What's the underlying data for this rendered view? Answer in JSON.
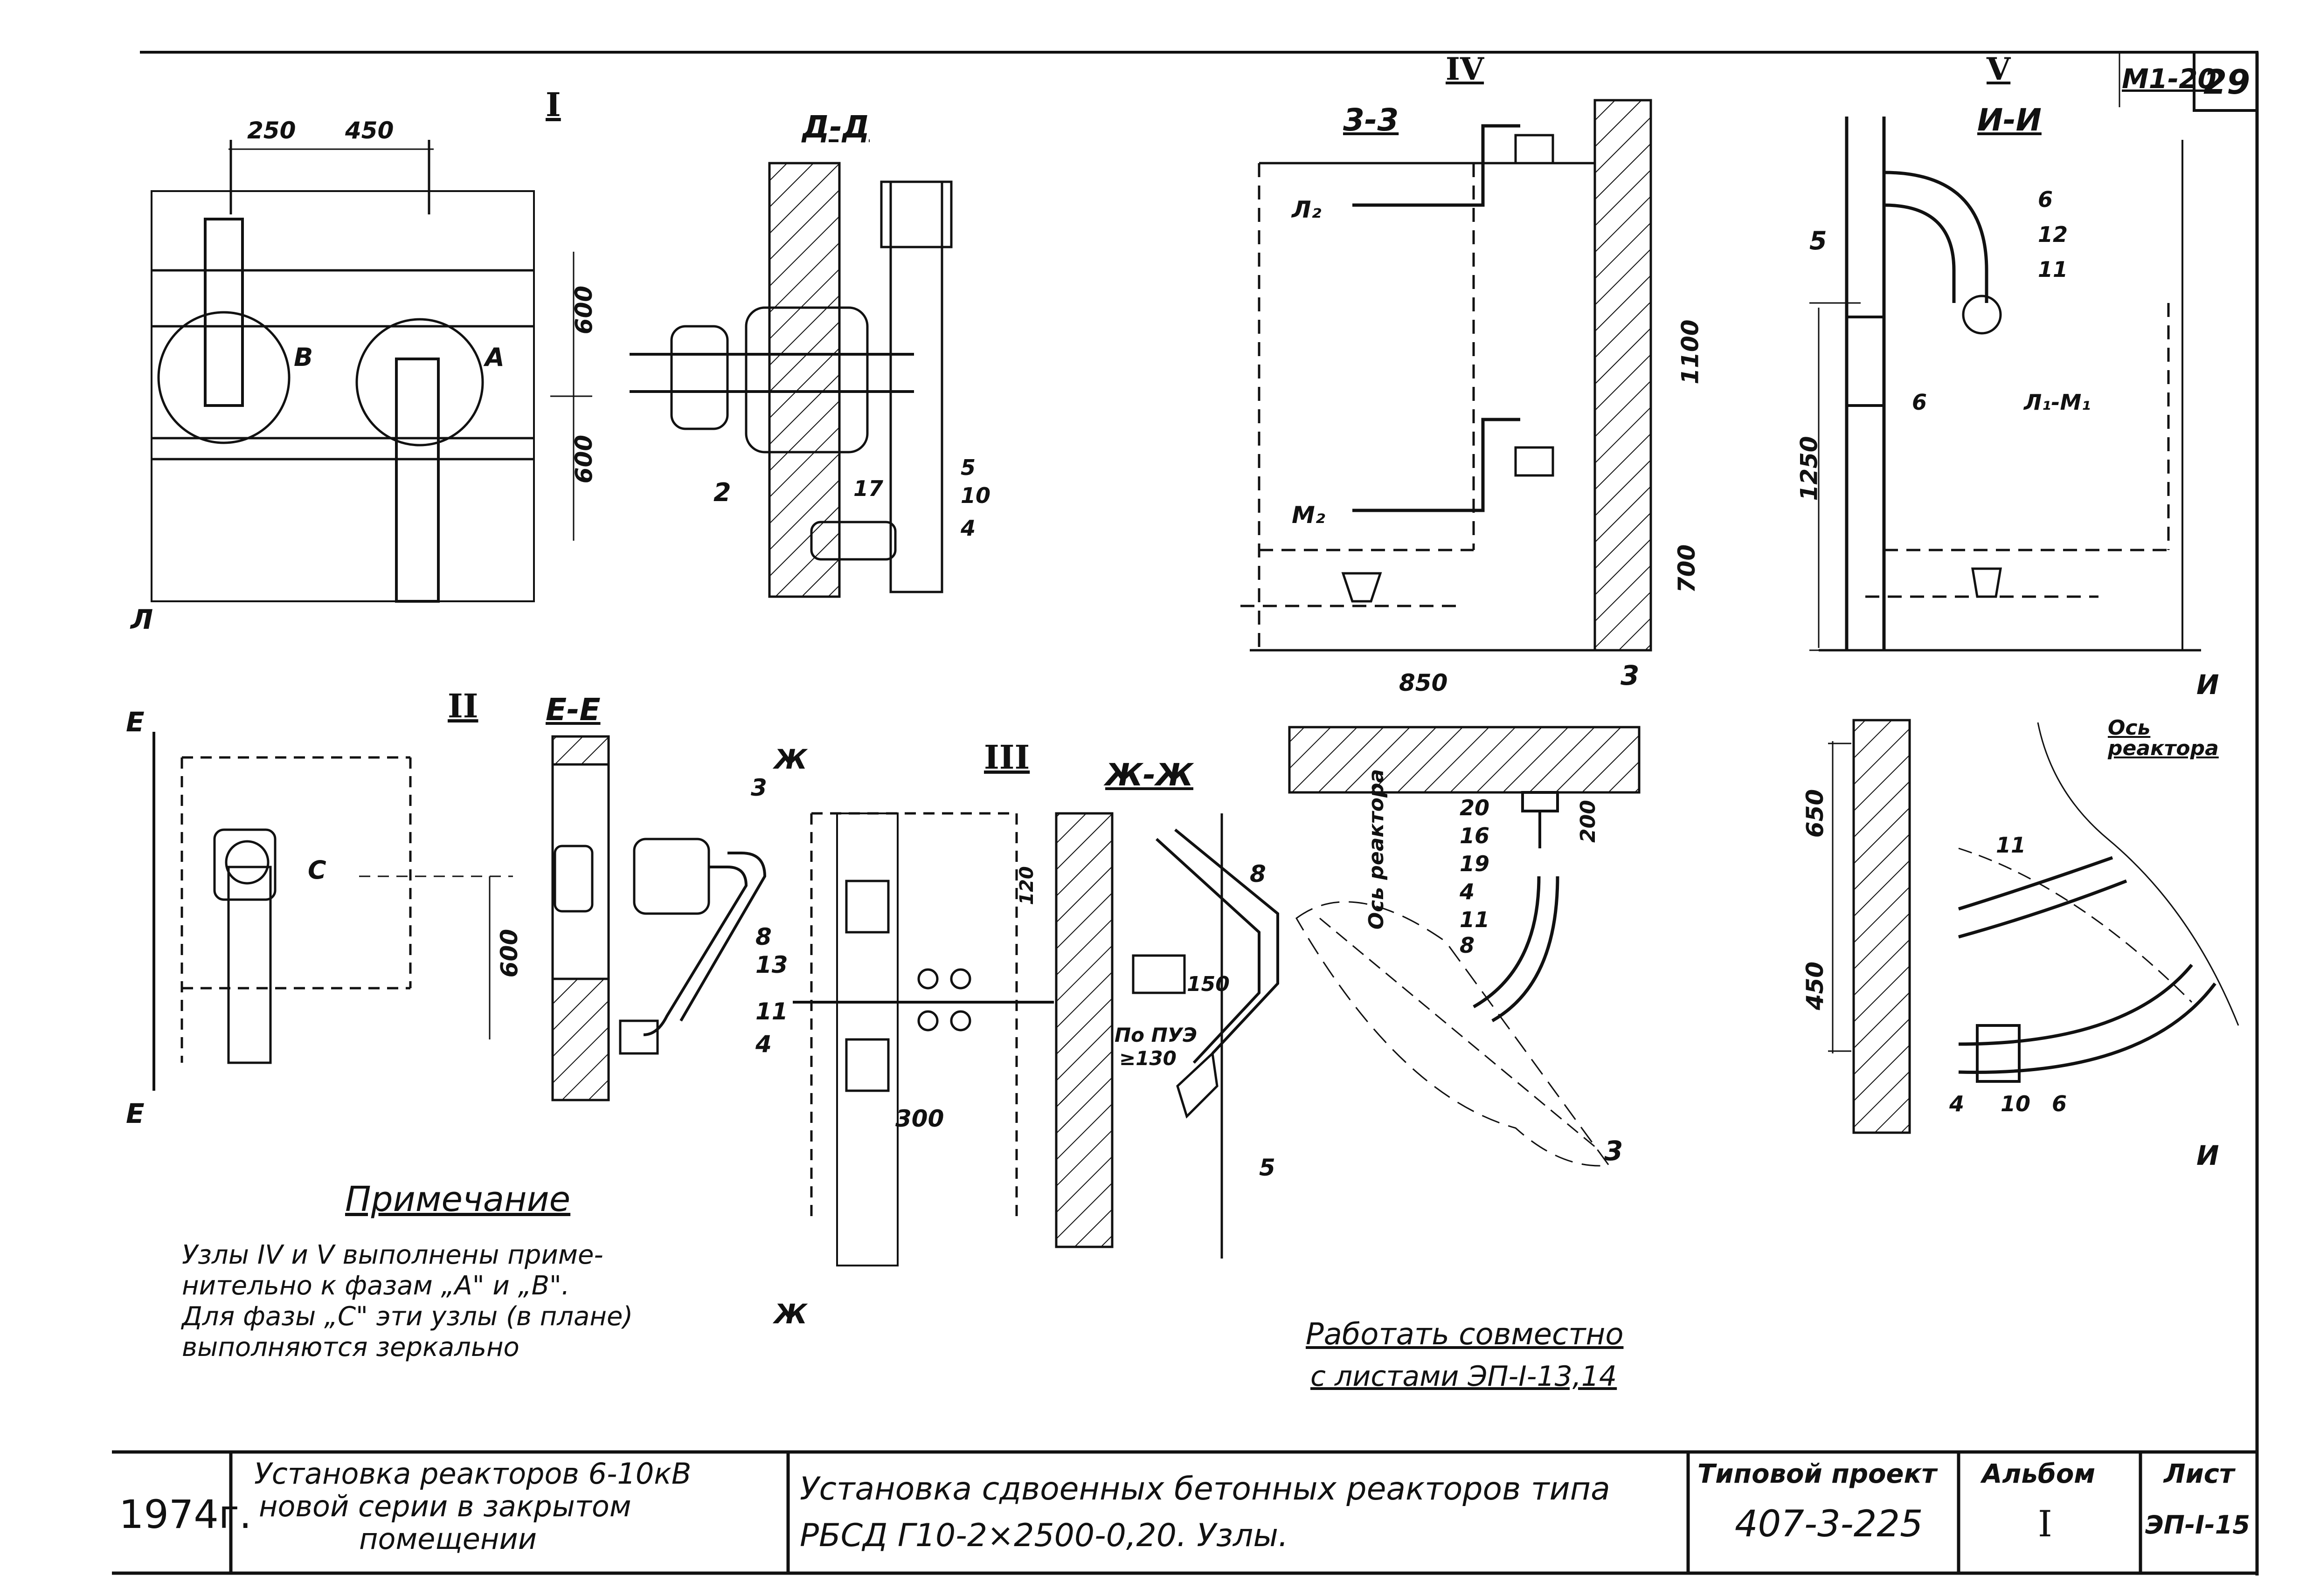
{
  "sheet_codes": {
    "mark": "М1-20",
    "page": "29"
  },
  "nodes": {
    "n1": "I",
    "n2": "II",
    "n3": "III",
    "n4": "IV",
    "n5": "V"
  },
  "sections": {
    "dd": "Д-Д",
    "ee": "Е-Е",
    "zhzh": "Ж-Ж",
    "s33": "3-3",
    "ii": "И-И"
  },
  "section_marks": {
    "e": "Е",
    "zh": "Ж",
    "i": "И",
    "three": "3",
    "ell": "Л"
  },
  "dimensions": {
    "d250": "250",
    "d450": "450",
    "d600a": "600",
    "d600b": "600",
    "d600c": "600",
    "d1100": "1100",
    "d700": "700",
    "d1250": "1250",
    "d120": "120",
    "d150": "150",
    "d300": "300",
    "d850": "850",
    "d200": "200",
    "d650": "650",
    "d450b": "450",
    "pue": "По ПУЭ",
    "pue_val": "≥130"
  },
  "phases": {
    "a": "А",
    "b": "В",
    "c": "С",
    "l2": "Л₂",
    "m2": "М₂",
    "lm1": "Л₁-М₁"
  },
  "pos": [
    "2",
    "17",
    "10",
    "4",
    "5",
    "3",
    "8",
    "13",
    "11",
    "4",
    "8",
    "5",
    "6",
    "12",
    "11",
    "5",
    "6",
    "20",
    "16",
    "19",
    "4",
    "11",
    "8",
    "11",
    "4",
    "10",
    "6"
  ],
  "axis_label": "Ось реактора",
  "note": {
    "title": "Примечание",
    "lines": [
      "Узлы IV и V выполнены приме-",
      "нительно к фазам „А\" и „В\".",
      "Для фазы „С\" эти узлы (в плане)",
      "выполняются зеркально"
    ]
  },
  "work_note": {
    "line1": "Работать совместно",
    "line2": "с листами ЭП-I-13,14"
  },
  "title_block": {
    "year": "1974г.",
    "left": [
      "Установка реакторов 6-10кВ",
      "новой серии в закрытом",
      "помещении"
    ],
    "center": [
      "Установка сдвоенных бетонных реакторов типа",
      "РБСД Г10-2×2500-0,20.   Узлы."
    ],
    "project_label": "Типовой проект",
    "project_no": "407-3-225",
    "album_label": "Альбом",
    "album_no": "I",
    "sheet_label": "Лист",
    "sheet_no": "ЭП-I-15"
  }
}
